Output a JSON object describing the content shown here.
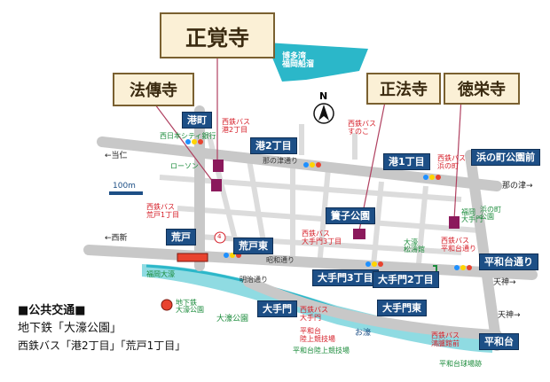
{
  "temples": {
    "shogakuji": "正覚寺",
    "hodenji": "法傳寺",
    "shohoji": "正法寺",
    "tokueiji": "徳栄寺"
  },
  "signs": {
    "minatomachi": "港町",
    "minato2": "港2丁目",
    "minato1": "港1丁目",
    "hamanomachi_koen": "浜の町公園前",
    "nomonoko_koen": "簀子公園",
    "arato": "荒戸",
    "arato_higashi": "荒戸東",
    "heiwadai_dori": "平和台通り",
    "otemon3": "大手門3丁目",
    "otemon2": "大手門2丁目",
    "otemon": "大手門",
    "otemon_higashi": "大手門東",
    "heiwadai": "平和台"
  },
  "bus_labels": {
    "bus_minato2": "西鉄バス\n港2丁目",
    "bus_sunoko": "西鉄バス\nすのこ",
    "bus_arato1": "西鉄バス\n荒戸1丁目",
    "bus_otemon3": "西鉄バス\n大手門3丁目",
    "bus_hamamachi": "西鉄バス\n浜の町",
    "bus_heiwadai": "西鉄バス\n平和台通り",
    "bus_otemon": "西鉄バス\n大手門",
    "bus_rikujo": "平和台\n陸上競技場",
    "bus_nakasu": "西鉄バス\n鴻臚館前"
  },
  "places": {
    "hakata_bay": "博多湾\n福岡船溜",
    "hotel": "西日本シティ銀行",
    "lawson": "ローソン",
    "nonotsu_street": "那の津通り",
    "showa_street": "昭和通り",
    "meiji_street": "明治通り",
    "fukuoka_otemon": "福岡大濠",
    "subway_station": "地下鉄\n大濠公園",
    "ohori_koen": "大濠公園",
    "ohori_moat": "お濠",
    "heiwadai_rikujo": "平和台陸上競技場",
    "heiwadai_stadium": "平和台球場跡",
    "matsuhara_school": "大濠\n松濤館",
    "tenjin_cafe": "福岡\n大手門",
    "hamanomachi_park_label": "浜の町\n公園",
    "north": "N",
    "scale": "100m",
    "circle4": "4"
  },
  "directions": {
    "to_imajuku": "←当仁",
    "to_nishijin": "←西新",
    "to_nanotsu": "←那の津→",
    "to_nanotsu_text": "那の津→",
    "to_tenjin1": "天神→",
    "to_tenjin2": "天神→"
  },
  "transit": {
    "heading": "■公共交通■",
    "line1": "地下鉄「大濠公園」",
    "line2": "西鉄バス「港2丁目」「荒戸1丁目」"
  },
  "colors": {
    "road": "#c8c8c8",
    "street": "#dcdcdc",
    "sign": "#1d4f86",
    "water": "#2bb7c9",
    "temple_mark": "#8b1a5c",
    "bus_red": "#d6202a",
    "green": "#1c8c3c"
  }
}
